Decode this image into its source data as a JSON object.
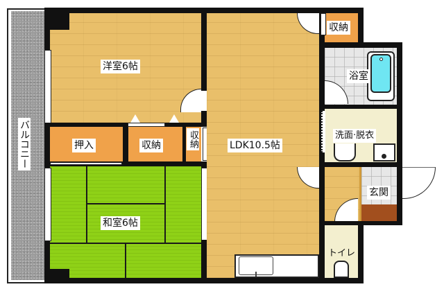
{
  "floor_plan": {
    "rooms": {
      "western_room": {
        "label": "洋室6帖",
        "type": "western",
        "size_jo": 6
      },
      "ldk": {
        "label": "LDK10.5帖",
        "type": "ldk",
        "size_jo": 10.5
      },
      "japanese_room": {
        "label": "和室6帖",
        "type": "japanese-tatami",
        "size_jo": 6
      },
      "closet_oshiire": {
        "label": "押入"
      },
      "closet_middle": {
        "label": "収納"
      },
      "closet_narrow": {
        "label": "収納"
      },
      "closet_top_right": {
        "label": "収納"
      },
      "bathroom": {
        "label": "浴室"
      },
      "washroom": {
        "label": "洗面·脱衣"
      },
      "entrance": {
        "label": "玄関"
      },
      "toilet": {
        "label": "トイレ"
      },
      "balcony": {
        "label": "バルコニー"
      }
    },
    "colors": {
      "wood_floor": "#e9bf6a",
      "closet": "#f0a24a",
      "tatami": "#8fd117",
      "bathtub": "#6fe6f2",
      "balcony": "#9b9b9b",
      "entrance_step": "#a24f1e",
      "wall": "#111111"
    }
  }
}
